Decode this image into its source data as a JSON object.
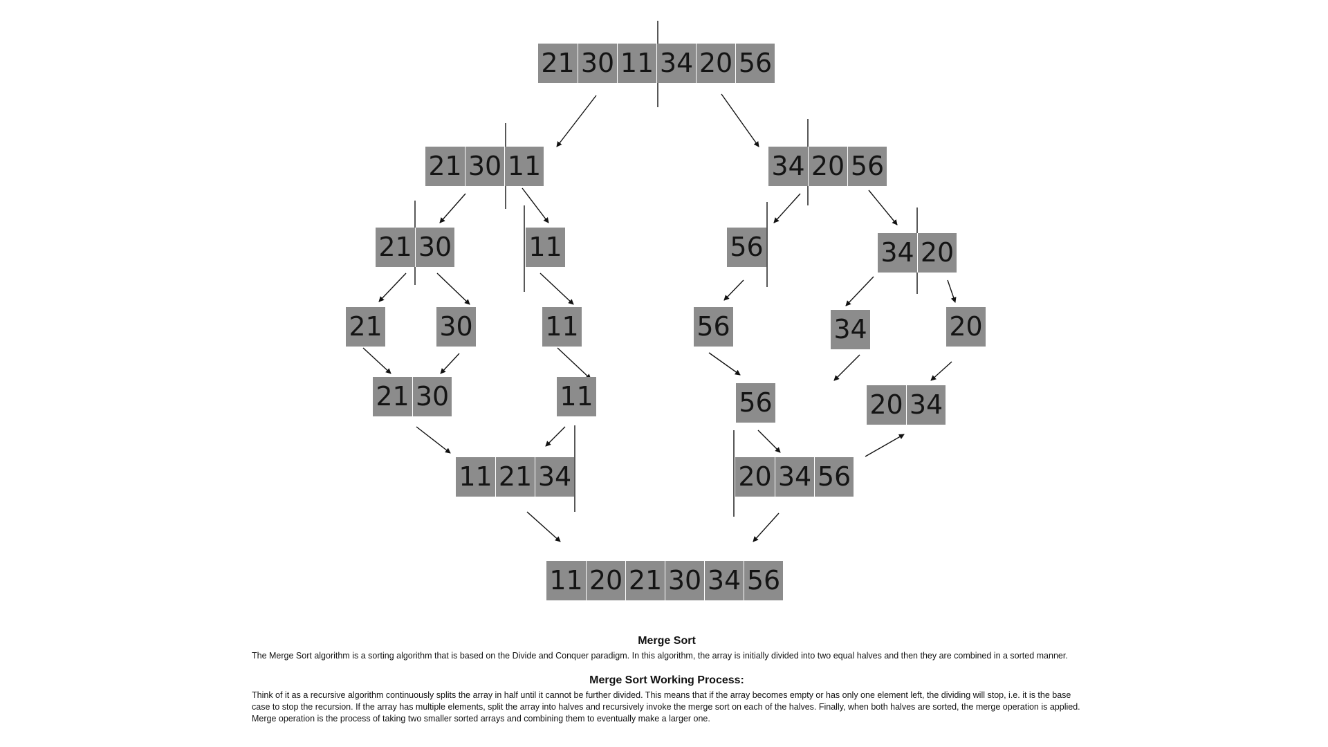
{
  "diagram": {
    "arrays": [
      {
        "id": "a0",
        "values": [
          "21",
          "30",
          "11",
          "34",
          "20",
          "56"
        ]
      },
      {
        "id": "a1",
        "values": [
          "21",
          "30",
          "11"
        ]
      },
      {
        "id": "a2",
        "values": [
          "34",
          "20",
          "56"
        ]
      },
      {
        "id": "a3",
        "values": [
          "21",
          "30"
        ]
      },
      {
        "id": "a4",
        "values": [
          "11"
        ]
      },
      {
        "id": "a5",
        "values": [
          "56"
        ]
      },
      {
        "id": "a6",
        "values": [
          "34",
          "20"
        ]
      },
      {
        "id": "a7",
        "values": [
          "21"
        ]
      },
      {
        "id": "a8",
        "values": [
          "30"
        ]
      },
      {
        "id": "a9",
        "values": [
          "11"
        ]
      },
      {
        "id": "a10",
        "values": [
          "56"
        ]
      },
      {
        "id": "a11",
        "values": [
          "34"
        ]
      },
      {
        "id": "a12",
        "values": [
          "20"
        ]
      },
      {
        "id": "a13",
        "values": [
          "21",
          "30"
        ]
      },
      {
        "id": "a14",
        "values": [
          "11"
        ]
      },
      {
        "id": "a15",
        "values": [
          "56"
        ]
      },
      {
        "id": "a16",
        "values": [
          "20",
          "34"
        ]
      },
      {
        "id": "a17",
        "values": [
          "11",
          "21",
          "34"
        ]
      },
      {
        "id": "a18",
        "values": [
          "20",
          "34",
          "56"
        ]
      },
      {
        "id": "a19",
        "values": [
          "11",
          "20",
          "21",
          "30",
          "34",
          "56"
        ]
      }
    ]
  },
  "text": {
    "title": "Merge Sort",
    "intro": "The Merge Sort algorithm is a sorting algorithm that is based on the Divide and Conquer paradigm. In this algorithm, the array is initially divided into two equal halves and then they are combined in a sorted manner.",
    "process_title": "Merge Sort Working Process:",
    "process_body": "Think of it as a recursive algorithm continuously splits the array in half until it cannot be further divided. This means that if the array becomes empty or has only one element left, the dividing will stop, i.e. it is the base case to stop the recursion. If the array has multiple elements, split the array into halves and recursively invoke the merge sort on each of the halves. Finally, when both halves are sorted, the merge operation is applied. Merge operation is the process of taking two smaller sorted arrays and combining them to eventually make a larger one."
  }
}
